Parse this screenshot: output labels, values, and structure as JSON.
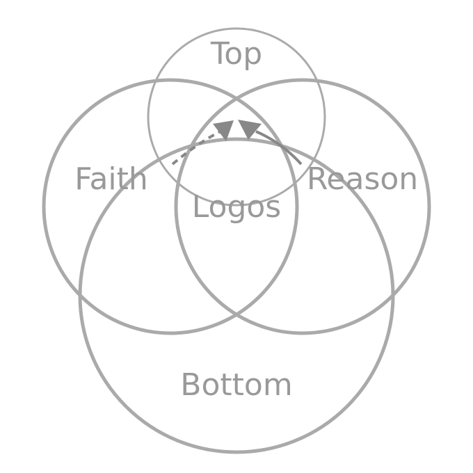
{
  "diagram": {
    "type": "venn",
    "sets": [
      {
        "id": "top",
        "label": "Top"
      },
      {
        "id": "faith",
        "label": "Faith"
      },
      {
        "id": "reason",
        "label": "Reason"
      },
      {
        "id": "bottom",
        "label": "Bottom"
      }
    ],
    "center_label": "Logos",
    "colors": {
      "ring": "#aaaaaa",
      "text": "#999999",
      "arrow": "#888888",
      "background": "#ffffff"
    },
    "arrows": [
      {
        "name": "dashed-arrow",
        "style": "dashed"
      },
      {
        "name": "solid-arrow",
        "style": "solid"
      }
    ]
  }
}
